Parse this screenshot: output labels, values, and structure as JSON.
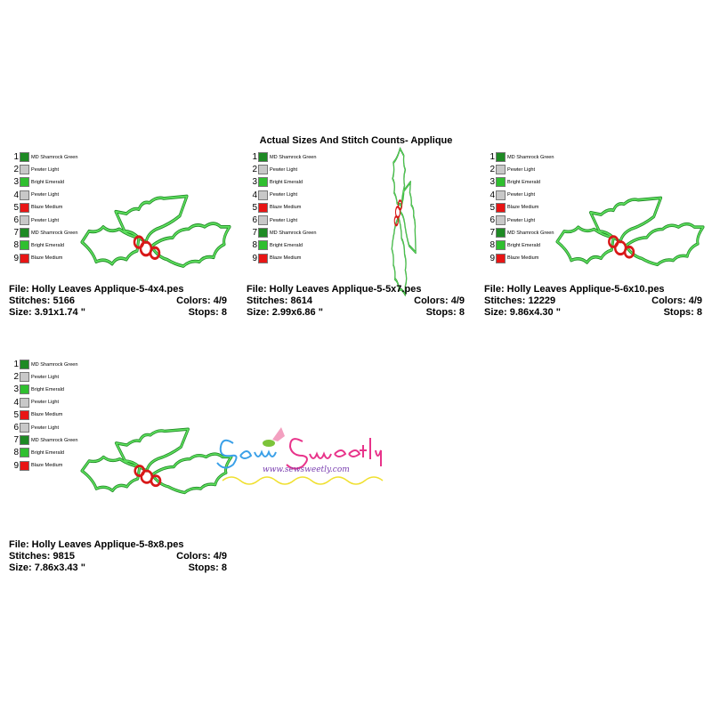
{
  "title": "Actual Sizes And Stitch Counts- Applique",
  "colors": [
    {
      "num": "1",
      "name": "MD Shamrock Green",
      "hex": "#1e8a24"
    },
    {
      "num": "2",
      "name": "Pewter Light",
      "hex": "#c8c8c8"
    },
    {
      "num": "3",
      "name": "Bright Emerald",
      "hex": "#2fbf2f"
    },
    {
      "num": "4",
      "name": "Pewter Light",
      "hex": "#c8c8c8"
    },
    {
      "num": "5",
      "name": "Blaze Medium",
      "hex": "#e81515"
    },
    {
      "num": "6",
      "name": "Pewter Light",
      "hex": "#c8c8c8"
    },
    {
      "num": "7",
      "name": "MD Shamrock Green",
      "hex": "#1e8a24"
    },
    {
      "num": "8",
      "name": "Bright Emerald",
      "hex": "#2fbf2f"
    },
    {
      "num": "9",
      "name": "Blaze Medium",
      "hex": "#e81515"
    }
  ],
  "designs": [
    {
      "file": "File: Holly Leaves Applique-5-4x4.pes",
      "stitches": "Stitches: 5166",
      "colors": "Colors: 4/9",
      "size": "Size: 3.91x1.74 \"",
      "stops": "Stops: 8"
    },
    {
      "file": "File: Holly Leaves Applique-5-5x7.pes",
      "stitches": "Stitches: 8614",
      "colors": "Colors: 4/9",
      "size": "Size: 2.99x6.86 \"",
      "stops": "Stops: 8"
    },
    {
      "file": "File: Holly Leaves Applique-5-6x10.pes",
      "stitches": "Stitches: 12229",
      "colors": "Colors: 4/9",
      "size": "Size: 9.86x4.30 \"",
      "stops": "Stops: 8"
    },
    {
      "file": "File: Holly Leaves Applique-5-8x8.pes",
      "stitches": "Stitches: 9815",
      "colors": "Colors: 4/9",
      "size": "Size: 7.86x3.43 \"",
      "stops": "Stops: 8"
    }
  ],
  "logo": {
    "name": "Sew Sweetly",
    "url": "www.sewsweetly.com"
  }
}
